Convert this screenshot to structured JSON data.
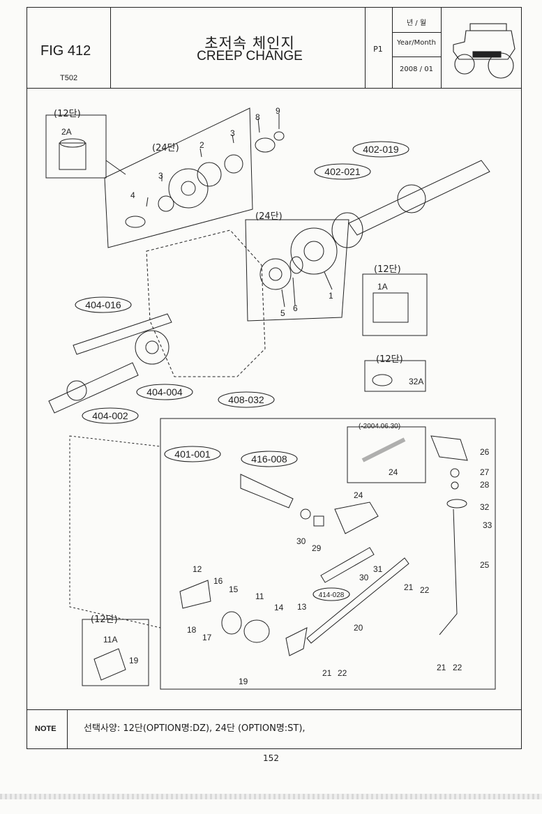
{
  "header": {
    "figure": "FIG 412",
    "model": "T502",
    "title_ko": "초저속 체인지",
    "title_en": "CREEP CHANGE",
    "page_id": "P1",
    "year_month_ko": "년 / 월",
    "year_month_en": "Year/Month",
    "year_month_value": "2008 / 01",
    "thumbnail_icon": "tractor-icon"
  },
  "diagram": {
    "option_12": "(12단)",
    "option_24": "(24단)",
    "date_note": "(-2004.06.30)",
    "assemblies": [
      "402-019",
      "402-021",
      "404-016",
      "404-004",
      "404-002",
      "408-032",
      "401-001",
      "416-008",
      "414-028"
    ],
    "parts": [
      "1",
      "1A",
      "2",
      "2A",
      "3",
      "4",
      "5",
      "6",
      "8",
      "9",
      "11",
      "11A",
      "12",
      "13",
      "14",
      "15",
      "16",
      "17",
      "18",
      "19",
      "20",
      "21",
      "22",
      "24",
      "25",
      "26",
      "27",
      "28",
      "29",
      "30",
      "31",
      "32",
      "32A",
      "33"
    ]
  },
  "note": {
    "label": "NOTE",
    "text": "선택사양: 12단(OPTION명:DZ), 24단 (OPTION명:ST),"
  },
  "footer": {
    "page_number": "152"
  }
}
